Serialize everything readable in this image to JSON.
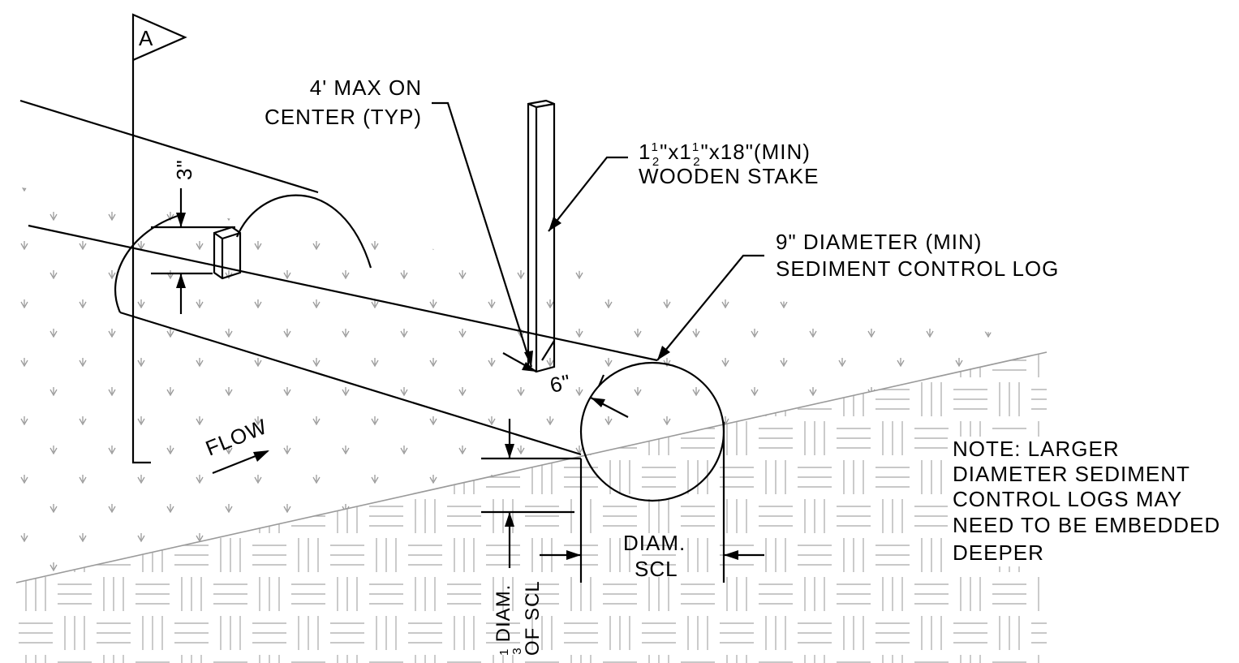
{
  "section_flag": "A",
  "labels": {
    "spacing": [
      "4' MAX ON",
      "CENTER (TYP)"
    ],
    "stake": {
      "prefix_1": "1",
      "fraction_1_num": "1",
      "fraction_1_den": "2",
      "mid": "\"x1",
      "fraction_2_num": "1",
      "fraction_2_den": "2",
      "suffix": "\"x18\"(MIN)",
      "line2": "WOODEN STAKE"
    },
    "log": [
      "9\" DIAMETER (MIN)",
      "SEDIMENT CONTROL LOG"
    ],
    "stake_depth": "6\"",
    "overlap": "3\"",
    "flow": "FLOW",
    "diam": [
      "DIAM.",
      "SCL"
    ],
    "embed": {
      "fraction_num": "1",
      "fraction_den": "3",
      "line1": "DIAM.",
      "line2": "OF SCL"
    },
    "note": [
      "NOTE: LARGER",
      "DIAMETER SEDIMENT",
      "CONTROL LOGS MAY",
      "NEED TO BE EMBEDDED",
      "DEEPER"
    ]
  },
  "colors": {
    "line": "#000000",
    "hatch": "#9a9a9a",
    "background": "#ffffff"
  }
}
